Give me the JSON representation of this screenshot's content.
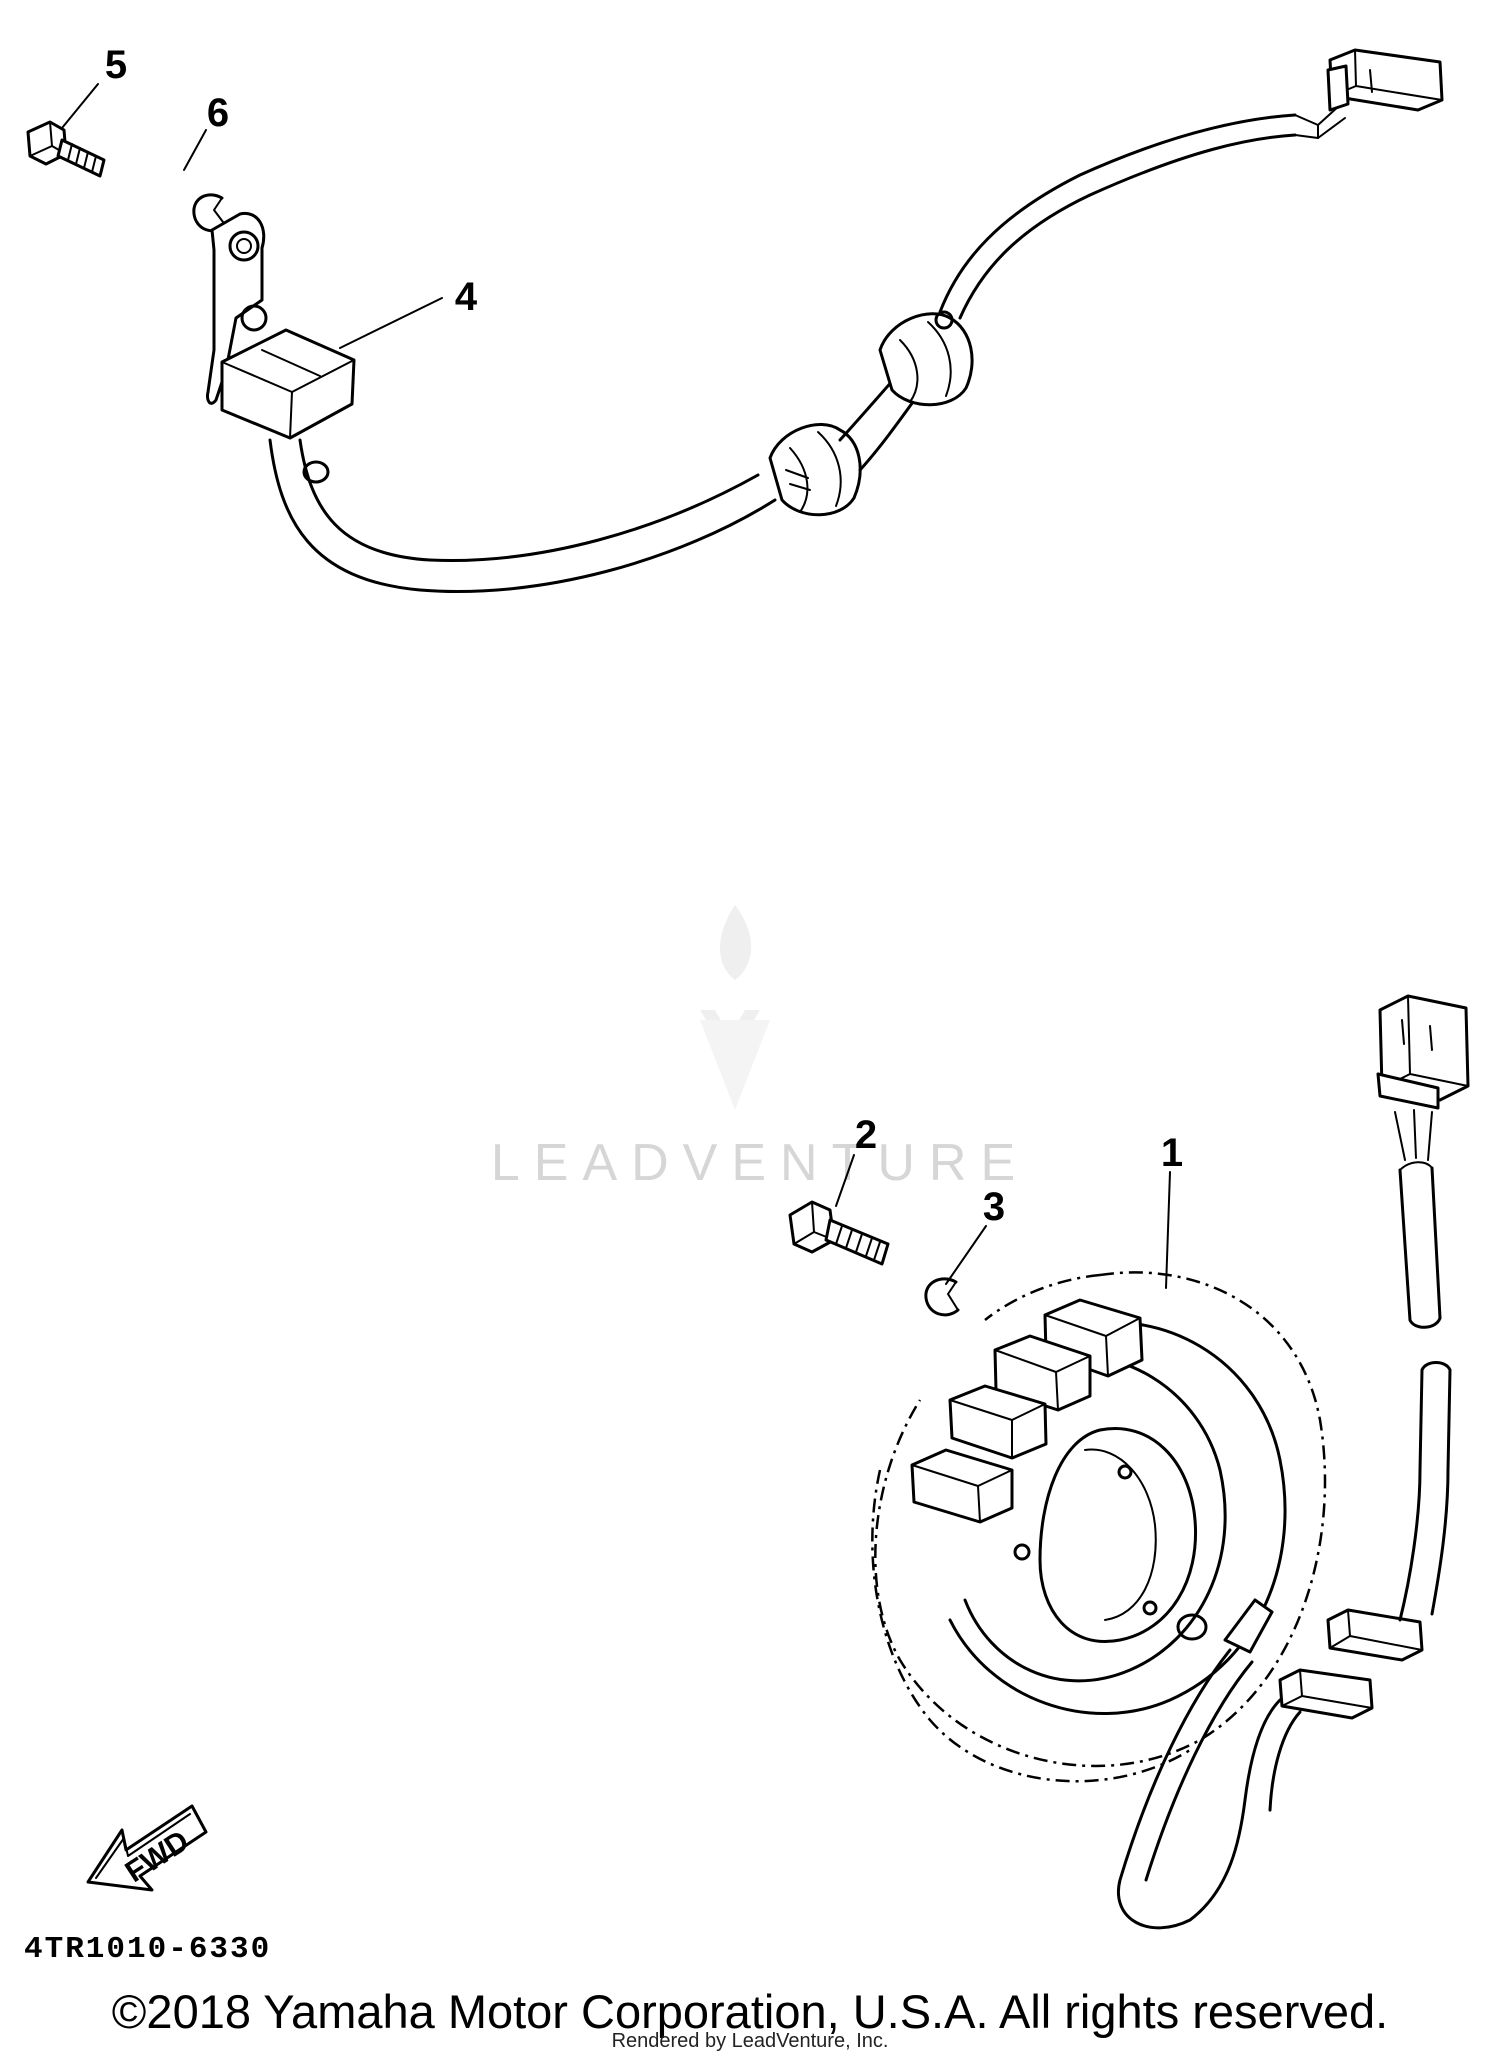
{
  "callouts": {
    "p1": "1",
    "p2": "2",
    "p3": "3",
    "p4": "4",
    "p5": "5",
    "p6": "6"
  },
  "watermark": {
    "text": "LEADVENTURE",
    "color": "#d6d6d6"
  },
  "fwd_arrow": {
    "label": "FWD"
  },
  "part_code": "4TR1010-6330",
  "footer": {
    "copyright": "©2018 Yamaha Motor Corporation, U.S.A. All rights reserved.",
    "rendered_by": "Rendered by LeadVenture, Inc."
  },
  "colors": {
    "line": "#000000",
    "background": "#ffffff"
  }
}
